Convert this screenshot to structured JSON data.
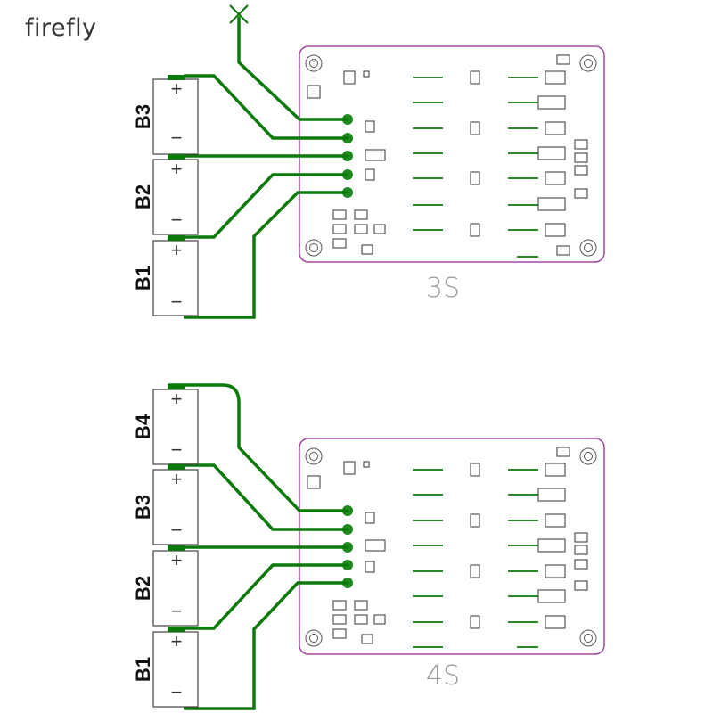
{
  "watermark": "firefly",
  "colors": {
    "trace": "#0b7a0b",
    "board": "#a04aa8",
    "silk": "#8a8a8a",
    "pad": "#1d8a1d",
    "comp": "#3a3a3a"
  },
  "diagram_3s": {
    "board_label": "3S",
    "batteries": [
      {
        "label": "B3",
        "plus": "+",
        "minus": "−"
      },
      {
        "label": "B2",
        "plus": "+",
        "minus": "−"
      },
      {
        "label": "B1",
        "plus": "+",
        "minus": "−"
      }
    ],
    "top_mark": "×"
  },
  "diagram_4s": {
    "board_label": "4S",
    "batteries": [
      {
        "label": "B4",
        "plus": "+",
        "minus": "−"
      },
      {
        "label": "B3",
        "plus": "+",
        "minus": "−"
      },
      {
        "label": "B2",
        "plus": "+",
        "minus": "−"
      },
      {
        "label": "B1",
        "plus": "+",
        "minus": "−"
      }
    ]
  }
}
